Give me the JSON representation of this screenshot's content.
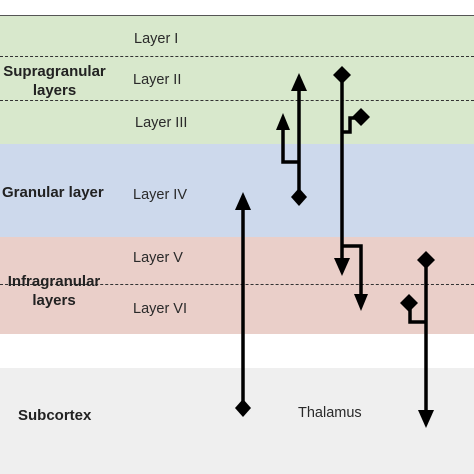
{
  "regions": {
    "supragranular": {
      "label": "Supragranular\nlayers",
      "color": "#d8e8cc"
    },
    "granular": {
      "label": "Granular layer",
      "color": "#cdd9ec"
    },
    "infragranular": {
      "label": "Infragranular\nlayers",
      "color": "#eacfc9"
    },
    "subcortex": {
      "label": "Subcortex",
      "color": "#efefef"
    }
  },
  "layers": {
    "layer1": "Layer I",
    "layer2": "Layer II",
    "layer3": "Layer III",
    "layer4": "Layer IV",
    "layer5": "Layer V",
    "layer6": "Layer VI",
    "thalamus": "Thalamus"
  },
  "arrow_color": "#000000"
}
